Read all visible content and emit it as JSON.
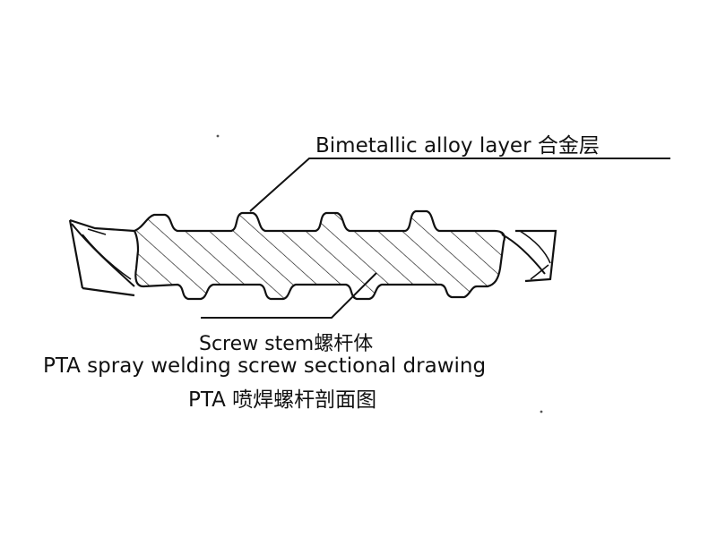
{
  "labels": {
    "alloy_layer": "Bimetallic alloy layer 合金层",
    "screw_stem": "Screw stem螺杆体",
    "title_en": "PTA spray welding screw sectional drawing",
    "title_cn": "PTA 喷焊螺杆剖面图"
  },
  "colors": {
    "line": "#111111",
    "background": "#ffffff"
  }
}
